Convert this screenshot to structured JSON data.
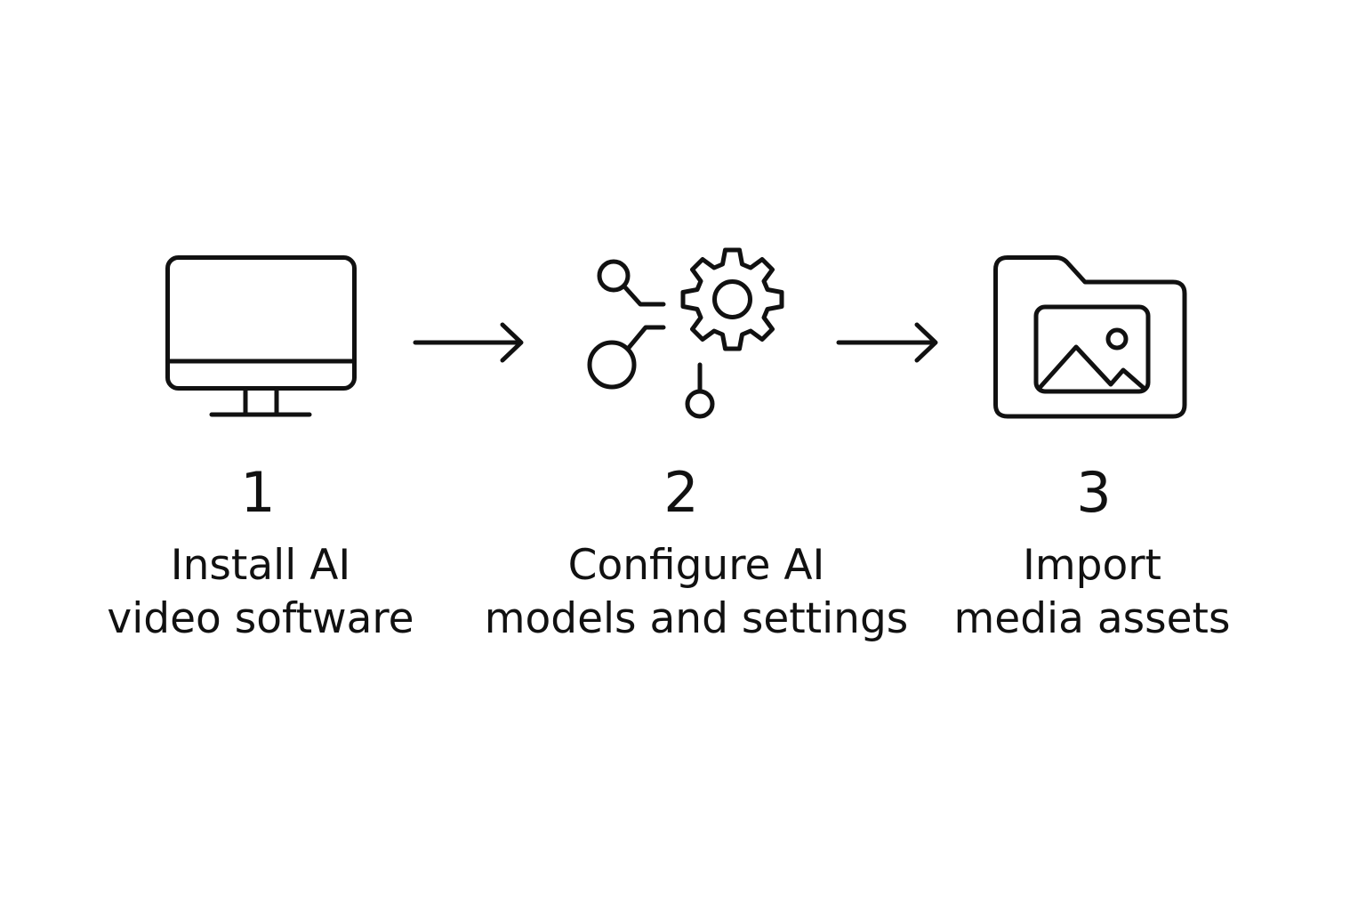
{
  "steps": [
    {
      "number": "1",
      "label_lines": [
        "Install AI",
        "video software"
      ],
      "icon": "monitor-icon"
    },
    {
      "number": "2",
      "label_lines": [
        "Configure AI",
        "models and settings"
      ],
      "icon": "gear-network-icon"
    },
    {
      "number": "3",
      "label_lines": [
        "Import",
        "media assets"
      ],
      "icon": "folder-image-icon"
    }
  ],
  "connectors": [
    "arrow-right-icon",
    "arrow-right-icon"
  ],
  "colors": {
    "stroke": "#111111",
    "background": "#ffffff"
  }
}
